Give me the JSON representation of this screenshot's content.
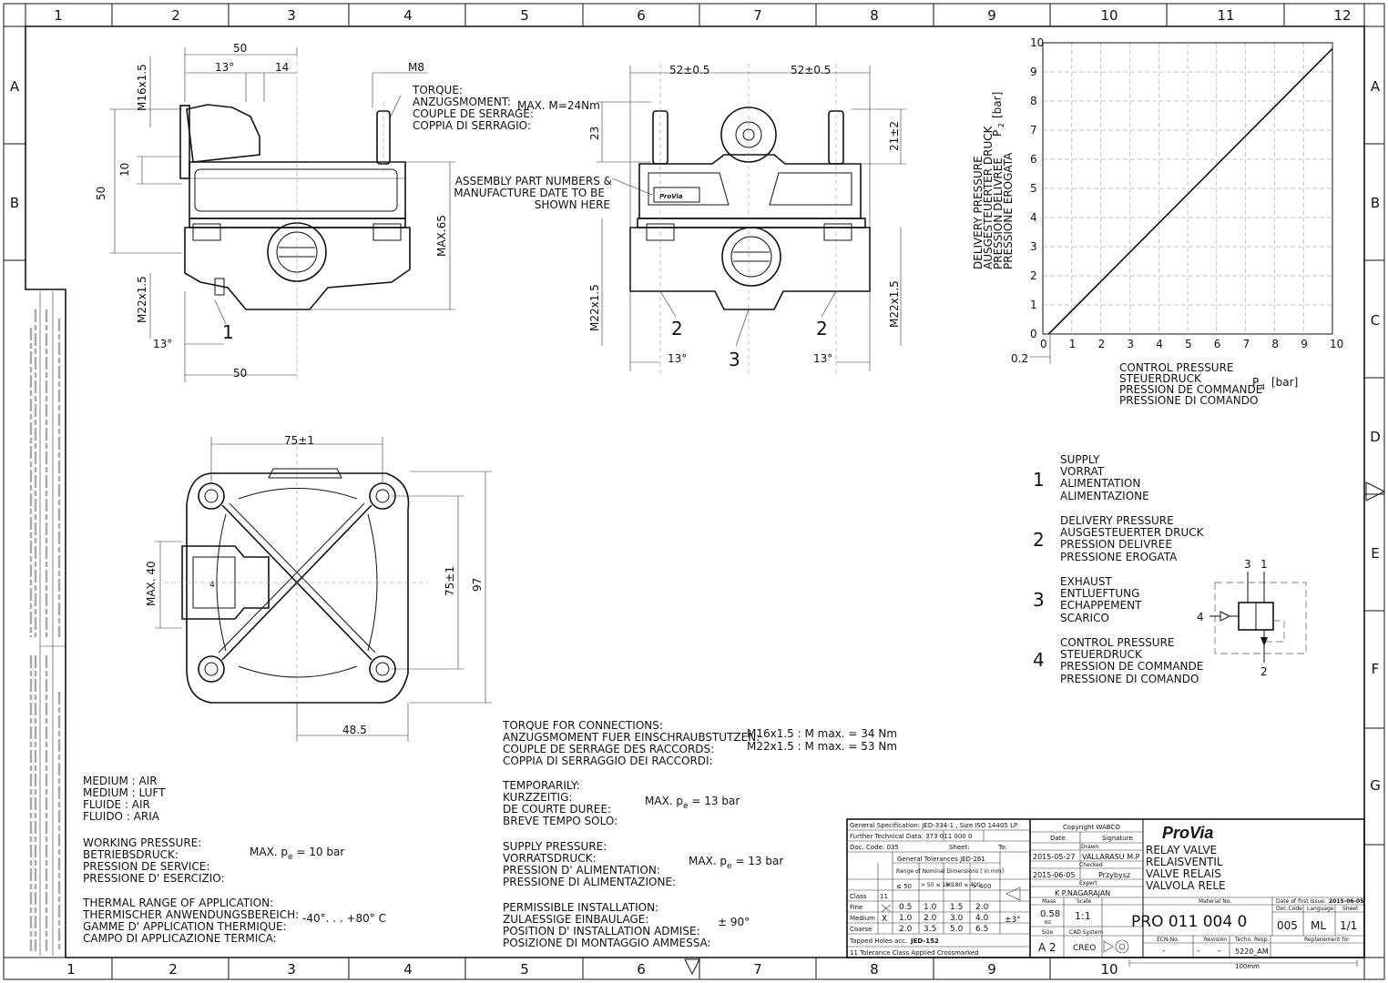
{
  "frame": {
    "col_numbers": [
      "1",
      "2",
      "3",
      "4",
      "5",
      "6",
      "7",
      "8",
      "9",
      "10",
      "11",
      "12"
    ],
    "row_letters": [
      "A",
      "B",
      "C",
      "D",
      "E",
      "F",
      "G"
    ]
  },
  "side_view": {
    "dims": {
      "w50_top": "50",
      "w13_top": "13°",
      "w14": "14",
      "m8": "M8",
      "m16": "M16x1.5",
      "h10": "10",
      "h50": "50",
      "m22": "M22x1.5",
      "w13_bot": "13°",
      "w50_bot": "50",
      "max65": "MAX.65"
    },
    "port_label": "1",
    "torque_lines": [
      "TORQUE:",
      "ANZUGSMOMENT:",
      "COUPLE DE SERRAGE:",
      "COPPIA DI SERRAGIO:"
    ],
    "torque_value": "MAX. M=24Nm"
  },
  "front_view": {
    "dims": {
      "w52_left": "52±0.5",
      "w52_right": "52±0.5",
      "h23": "23",
      "h21": "21±2",
      "m22_left": "M22x1.5",
      "m22_right": "M22x1.5",
      "w13_left": "13°",
      "w13_right": "13°"
    },
    "assembly_note": [
      "ASSEMBLY PART NUMBERS &",
      "MANUFACTURE DATE TO BE",
      "SHOWN HERE"
    ],
    "nameplate": "ProVia",
    "ports": [
      "2",
      "3",
      "2"
    ]
  },
  "bottom_view": {
    "dims": {
      "w75": "75±1",
      "h75": "75±1",
      "h97": "97",
      "max40": "MAX. 40",
      "w48": "48.5"
    },
    "port_label": "4"
  },
  "graph": {
    "ylabel": [
      "DELIVERY PRESSURE",
      "AUSGESTEUERTER DRUCK",
      "PRESSION DELIVREE",
      "PRESSIONE EROGATA"
    ],
    "ysym": "P",
    "ysub": "2",
    "yunit": "[bar]",
    "xlabel": [
      "CONTROL PRESSURE",
      "STEUERDRUCK",
      "PRESSION DE COMMANDE",
      "PRESSIONE DI COMANDO"
    ],
    "xsym": "P",
    "xsub": "4",
    "xunit": "[bar]",
    "offset_label": "0.2"
  },
  "chart_data": {
    "type": "line",
    "xlim": [
      0,
      10
    ],
    "ylim": [
      0,
      10
    ],
    "xticks": [
      "0",
      "1",
      "2",
      "3",
      "4",
      "5",
      "6",
      "7",
      "8",
      "9",
      "10"
    ],
    "yticks": [
      "0",
      "1",
      "2",
      "3",
      "4",
      "5",
      "6",
      "7",
      "8",
      "9",
      "10"
    ],
    "grid": true,
    "series": [
      {
        "x": [
          0.2,
          10
        ],
        "y": [
          0,
          9.8
        ]
      }
    ]
  },
  "legend": [
    {
      "num": "1",
      "lines": [
        "SUPPLY",
        "VORRAT",
        "ALIMENTATION",
        "ALIMENTAZIONE"
      ]
    },
    {
      "num": "2",
      "lines": [
        "DELIVERY PRESSURE",
        "AUSGESTEUERTER DRUCK",
        "PRESSION DELIVREE",
        "PRESSIONE EROGATA"
      ]
    },
    {
      "num": "3",
      "lines": [
        "EXHAUST",
        "ENTLUEFTUNG",
        "ECHAPPEMENT",
        "SCARICO"
      ]
    },
    {
      "num": "4",
      "lines": [
        "CONTROL PRESSURE",
        "STEUERDRUCK",
        "PRESSION DE COMMANDE",
        "PRESSIONE DI COMANDO"
      ]
    }
  ],
  "schematic_ports": {
    "top_left": "3",
    "top_right": "1",
    "left": "4",
    "bottom": "2"
  },
  "specs": {
    "medium": [
      "MEDIUM : AIR",
      "MEDIUM : LUFT",
      "FLUIDE : AIR",
      "FLUIDO : ARIA"
    ],
    "working_pressure": [
      "WORKING PRESSURE:",
      "BETRIEBSDRUCK:",
      "PRESSION DE SERVICE:",
      "PRESSIONE D' ESERCIZIO:"
    ],
    "working_value": "MAX. p",
    "working_sub": "e",
    "working_tail": " = 10 bar",
    "thermal": [
      "THERMAL RANGE OF APPLICATION:",
      "THERMISCHER ANWENDUNGSBEREICH:",
      "GAMME D' APPLICATION THERMIQUE:",
      "CAMPO DI APPLICAZIONE TERMICA:"
    ],
    "thermal_value": "-40°. . . +80°  C",
    "torque_conn": [
      "TORQUE FOR CONNECTIONS:",
      "ANZUGSMOMENT FUER EINSCHRAUBSTUTZEN:",
      "COUPLE DE SERRAGE DES RACCORDS:",
      "COPPIA DI SERRAGGIO DEI RACCORDI:"
    ],
    "torque_conn_values": [
      "M16x1.5 : M max. = 34 Nm",
      "M22x1.5 : M max. = 53 Nm"
    ],
    "temporarily": [
      "TEMPORARILY:",
      "KURZZEITIG:",
      "DE COURTE DUREE:",
      "BREVE TEMPO SOLO:"
    ],
    "temporarily_value": "MAX. p",
    "temporarily_sub": "e",
    "temporarily_tail": " = 13 bar",
    "supply": [
      "SUPPLY PRESSURE:",
      "VORRATSDRUCK:",
      "PRESSION D' ALIMENTATION:",
      "PRESSIONE DI ALIMENTAZIONE:"
    ],
    "supply_value": "MAX. p",
    "supply_sub": "e",
    "supply_tail": " = 13 bar",
    "installation": [
      "PERMISSIBLE INSTALLATION:",
      "ZULAESSIGE EINBAULAGE:",
      "POSITION D' INSTALLATION ADMISE:",
      "POSIZIONE DI MONTAGGIO AMMESSA:"
    ],
    "installation_value": "± 90°"
  },
  "title_block": {
    "gen_spec": "General Specification:  JED-334-1 , Size ISO 14405 LP",
    "further": "Further Technical Data: 373 011 000 0",
    "doc_code": "Doc. Code: 035",
    "sheet": "Sheet:",
    "to": "To:",
    "gen_tol": "General Tolerances JED-261",
    "range": "Range of Nominal Dimensions [ in mm]",
    "class_hdr": "Class",
    "class_11": "11",
    "ranges": [
      "≤ 50",
      "> 50 ≤ 180",
      "> 180 ≤ 400",
      "> 400"
    ],
    "rows": [
      {
        "name": "Fine",
        "vals": [
          "0.5",
          "1.0",
          "1.5",
          "2.0"
        ]
      },
      {
        "name": "Medium",
        "vals": [
          "1.0",
          "2.0",
          "3.0",
          "4.0"
        ]
      },
      {
        "name": "Coarse",
        "vals": [
          "2.0",
          "3.5",
          "5.0",
          "6.5"
        ]
      }
    ],
    "medium_mark": "X",
    "angle_tol": "±3°",
    "tapped": "Tapped Holes acc.",
    "tapped_std": "JED-152",
    "tol_class": "11 Tolerance Class Applied Crossmarked",
    "copyright": "Copyright WABCO",
    "date_hdr": "Date",
    "sig_hdr": "Signature",
    "drawn": "Drawn",
    "drawn_date": "2015-05-27",
    "drawn_by": "VALLARASU M.P",
    "checked": "Checked",
    "checked_date": "2015-06-05",
    "checked_by": "Przybysz",
    "expert": "Expert",
    "expert_name": "K P.NAGARAJAN",
    "mass_hdr": "Mass",
    "mass": "0.58",
    "mass_unit": "KG",
    "scale_hdr": "Scale",
    "scale": "1:1",
    "size_hdr": "Size",
    "size": "A 2",
    "cad_hdr": "CAD System",
    "cad": "CREO",
    "logo": "ProVia",
    "titles": [
      "RELAY VALVE",
      "RELAISVENTIL",
      "VALVE RELAIS",
      "VALVOLA RELE"
    ],
    "material_hdr": "Material No.",
    "material_no": "PRO 011 004 0",
    "first_issue_hdr": "Date of first issue:",
    "first_issue": "2015-06-05",
    "doc_code_hdr": "Doc.Code",
    "doc_code_val": "005",
    "lang_hdr": "Language",
    "lang": "ML",
    "sheet_hdr": "Sheet",
    "sheet_val": "1/1",
    "ecn_hdr": "ECN-No.",
    "ecn": "-",
    "rev_hdr": "Revision",
    "rev": "-",
    "rev2": "-",
    "techn_hdr": "Techn. Resp.",
    "techn": "5220_AM",
    "repl_hdr": "Replacement for",
    "scale_bar": "100mm"
  }
}
